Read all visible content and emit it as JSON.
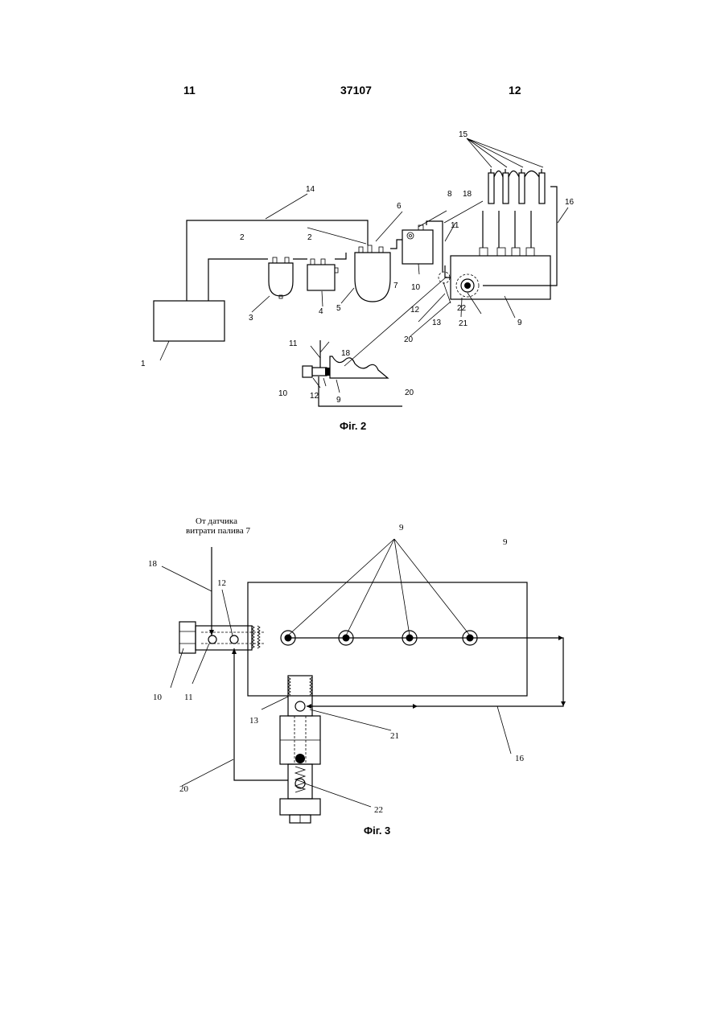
{
  "header": {
    "left_page": "11",
    "patent_number": "37107",
    "right_page": "12"
  },
  "fig2": {
    "caption": "Фіг. 2",
    "labels": {
      "l1": "1",
      "l2a": "2",
      "l2b": "2",
      "l3": "3",
      "l4": "4",
      "l5": "5",
      "l6": "6",
      "l7": "7",
      "l8": "8",
      "l9a": "9",
      "l9b": "9",
      "l10a": "10",
      "l10b": "10",
      "l11a": "11",
      "l11b": "11",
      "l12a": "12",
      "l12b": "12",
      "l13": "13",
      "l14": "14",
      "l15": "15",
      "l16": "16",
      "l18a": "18",
      "l18b": "18",
      "l20a": "20",
      "l20b": "20",
      "l21": "21",
      "l22": "22"
    }
  },
  "fig3": {
    "caption": "Фіг. 3",
    "sensor_note_line1": "От датчика",
    "sensor_note_line2": "витрати палива 7",
    "labels": {
      "l9a": "9",
      "l9b": "9",
      "l10": "10",
      "l11": "11",
      "l12": "12",
      "l13": "13",
      "l16": "16",
      "l18": "18",
      "l20": "20",
      "l21": "21",
      "l22": "22"
    }
  }
}
